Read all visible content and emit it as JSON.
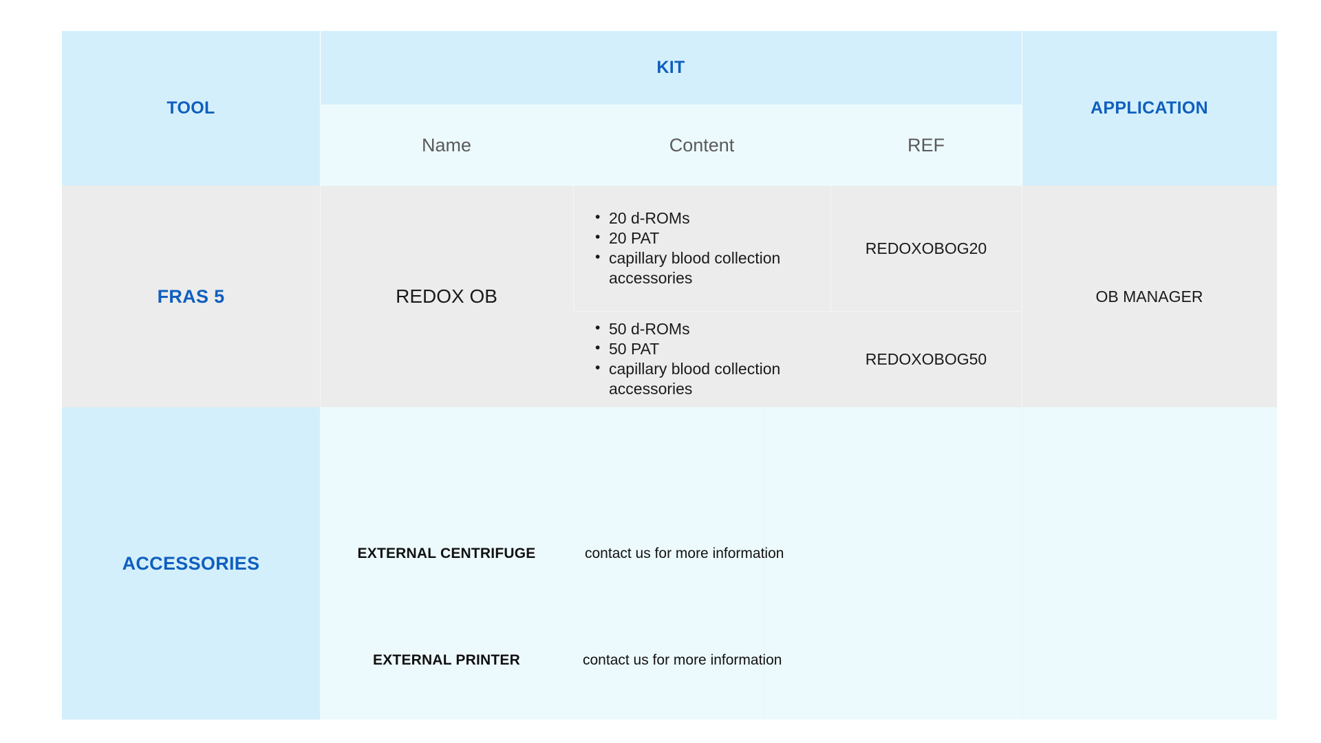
{
  "theme": {
    "accent_blue": "#0f5fbe",
    "header_bg": "#d4effc",
    "subheader_bg": "#edfafd",
    "body_bg": "#ececec",
    "accessories_left_bg": "#d4effc",
    "accessories_right_bg": "#edfafd",
    "text_dark": "#1a1a1a",
    "subheader_text": "#5a5a5a"
  },
  "table": {
    "headers": {
      "tool": "TOOL",
      "kit": "KIT",
      "application": "APPLICATION",
      "kit_sub": {
        "name": "Name",
        "content": "Content",
        "ref": "REF"
      }
    },
    "rows": [
      {
        "tool": "FRAS 5",
        "kit_name": "REDOX OB",
        "application": "OB MANAGER",
        "variants": [
          {
            "content": [
              "20 d-ROMs",
              "20 PAT",
              "capillary blood collection accessories"
            ],
            "ref": "REDOXOBOG20"
          },
          {
            "content": [
              "50 d-ROMs",
              "50 PAT",
              "capillary blood collection accessories"
            ],
            "ref": "REDOXOBOG50"
          }
        ]
      }
    ],
    "accessories": {
      "label": "ACCESSORIES",
      "items": [
        {
          "name": "EXTERNAL CENTRIFUGE",
          "note": "contact us for more information"
        },
        {
          "name": "EXTERNAL PRINTER",
          "note": "contact us for more information"
        }
      ]
    }
  }
}
